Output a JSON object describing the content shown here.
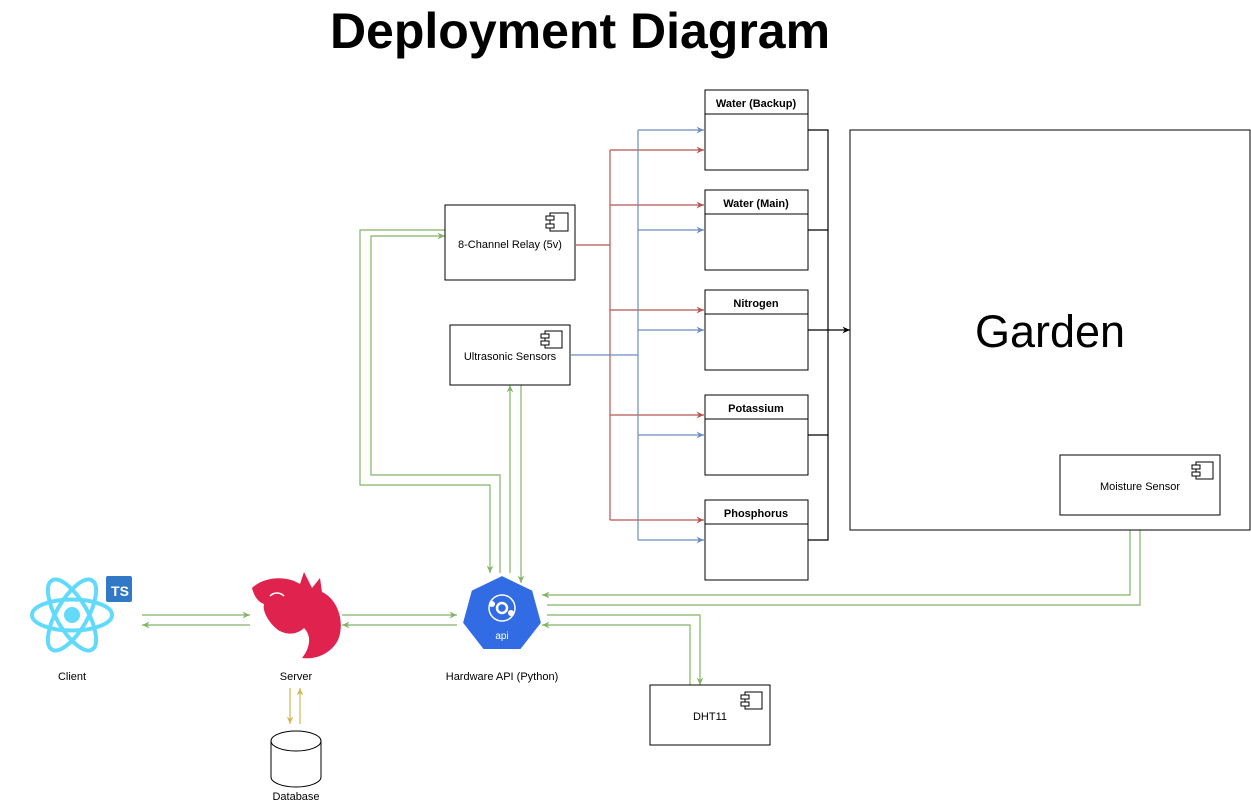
{
  "title": "Deployment Diagram",
  "colors": {
    "green": "#82b366",
    "red": "#b85450",
    "blue": "#6c8ebf",
    "gold": "#d6b656",
    "react_blue": "#61dafb",
    "ts_blue": "#3178c6",
    "nest_red": "#e0234e",
    "k8s_blue": "#326ce5"
  },
  "nodes": {
    "client": {
      "label": "Client",
      "icon": "react-icon",
      "badge": "TS"
    },
    "server": {
      "label": "Server",
      "icon": "nestjs-icon"
    },
    "database": {
      "label": "Database",
      "icon": "database-icon"
    },
    "hardware_api": {
      "label": "Hardware API (Python)",
      "icon": "kubernetes-api-icon",
      "icon_text": "api"
    },
    "relay": {
      "label": "8-Channel Relay (5v)"
    },
    "ultrasonic": {
      "label": "Ultrasonic Sensors"
    },
    "dht11": {
      "label": "DHT11"
    },
    "moisture": {
      "label": "Moisture Sensor"
    },
    "garden": {
      "label": "Garden"
    }
  },
  "containers": [
    {
      "id": "water-backup",
      "label": "Water (Backup)"
    },
    {
      "id": "water-main",
      "label": "Water (Main)"
    },
    {
      "id": "nitrogen",
      "label": "Nitrogen"
    },
    {
      "id": "potassium",
      "label": "Potassium"
    },
    {
      "id": "phosphorus",
      "label": "Phosphorus"
    }
  ]
}
